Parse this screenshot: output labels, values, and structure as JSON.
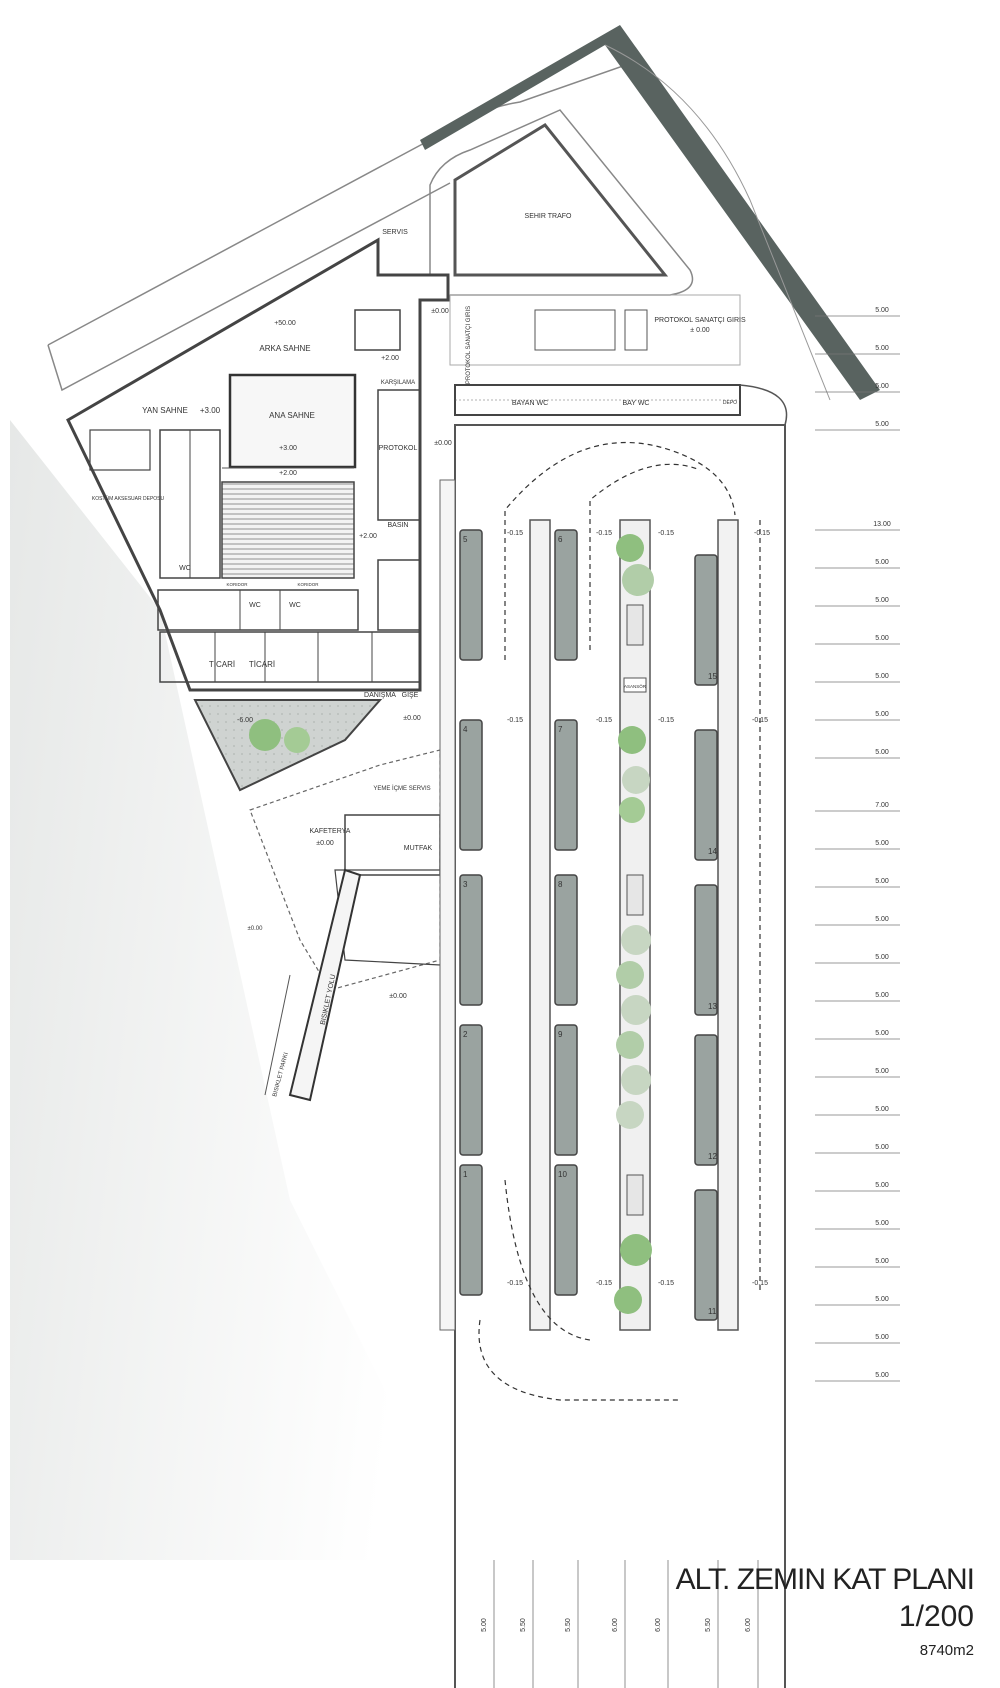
{
  "title": "ALT. ZEMIN KAT PLANI",
  "scale": "1/200",
  "area": "8740m2",
  "rooms": {
    "servis": "SERVIS",
    "sehir_trafo": "SEHIR TRAFO",
    "protokol_sanatci_giris": "PROTOKOL SANATÇI GIRIS",
    "protokol_sanatci_giris_vertical": "PROTOKOL SANATÇI GIRIS",
    "arka_sahne": "ARKA SAHNE",
    "yan_sahne": "YAN SAHNE",
    "ana_sahne": "ANA SAHNE",
    "karsilama": "KARŞILAMA",
    "protokol": "PROTOKOL",
    "bayan_wc": "BAYAN WC",
    "bay_wc": "BAY WC",
    "depo": "DEPO",
    "kostum": "KOSTÜM AKSESUAR DEPOSU",
    "wc": "WC",
    "koridor": "KORIDOR",
    "ticari": "TİCARİ",
    "danisma": "DANIŞMA",
    "gise": "GİŞE",
    "basin": "BASIN",
    "yeme_icme": "YEME İÇME SERVIS",
    "kafeterya": "KAFETERYA",
    "mutfak": "MUTFAK",
    "bisiklet_yolu": "BISIKLET YOLU",
    "bisiklet_parki": "BISIKLET PARKI",
    "asansor": "ASANSÖR"
  },
  "levels": {
    "protokol": "± 0.00",
    "arka_sahne": "+50.00",
    "yan_sahne": "+3.00",
    "ana_sahne": "+3.00",
    "sahne_on": "+2.00",
    "karsilama": "+2.00",
    "basin": "+2.00",
    "entry": "±0.00",
    "yesil": "-6.00",
    "danisma": "±0.00",
    "kafeterya": "±0.00",
    "bisiklet": "±0.00",
    "peron": "-0.15"
  },
  "platforms": [
    "1",
    "2",
    "3",
    "4",
    "5",
    "6",
    "7",
    "8",
    "9",
    "10",
    "11",
    "12",
    "13",
    "14",
    "15"
  ],
  "right_dims": [
    "5.00",
    "5.00",
    "5.00",
    "5.00",
    "13.00",
    "5.00",
    "5.00",
    "5.00",
    "5.00",
    "5.00",
    "5.00",
    "7.00",
    "5.00",
    "5.00",
    "5.00",
    "5.00",
    "5.00",
    "5.00",
    "5.00",
    "5.00",
    "5.00",
    "5.00",
    "5.00",
    "5.00",
    "5.00",
    "5.00",
    "5.00"
  ],
  "bottom_dims": [
    "5.00",
    "5.50",
    "5.50",
    "6.00",
    "6.00",
    "5.50",
    "6.00"
  ]
}
